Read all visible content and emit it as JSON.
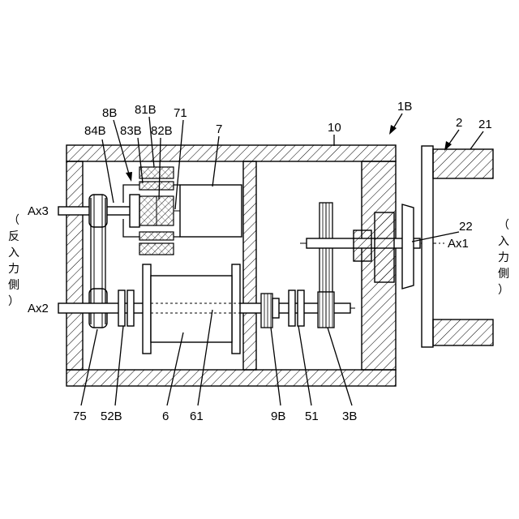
{
  "labels": {
    "l_1B": "1B",
    "l_10": "10",
    "l_2": "2",
    "l_21": "21",
    "l_22": "22",
    "l_7": "7",
    "l_8B": "8B",
    "l_81B": "81B",
    "l_84B": "84B",
    "l_83B": "83B",
    "l_82B": "82B",
    "l_71": "71",
    "l_Ax3": "Ax3",
    "l_Ax2": "Ax2",
    "l_Ax1": "Ax1",
    "l_75": "75",
    "l_52B": "52B",
    "l_6": "6",
    "l_61": "61",
    "l_9B": "9B",
    "l_51": "51",
    "l_3B": "3B"
  },
  "side_labels": {
    "left": [
      "（",
      "反",
      "入",
      "力",
      "側",
      "）"
    ],
    "right": [
      "（",
      "入",
      "力",
      "側",
      "）"
    ]
  }
}
